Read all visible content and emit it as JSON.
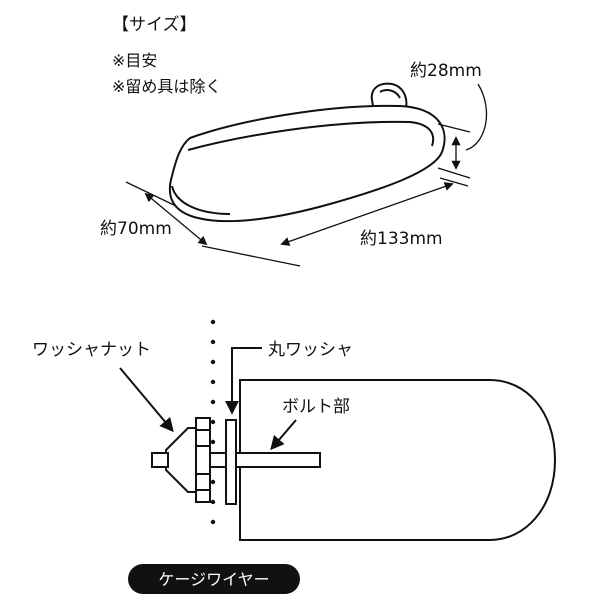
{
  "size_section": {
    "heading": "【サイズ】",
    "notes": [
      "※目安",
      "※留め具は除く"
    ],
    "dimensions": {
      "height": "約28mm",
      "width": "約70mm",
      "length": "約133mm"
    }
  },
  "assembly_section": {
    "washer_nut_label": "ワッシャナット",
    "round_washer_label": "丸ワッシャ",
    "bolt_label": "ボルト部",
    "cage_wire_tag": "ケージワイヤー"
  },
  "colors": {
    "line": "#111111",
    "tag_background": "#111111",
    "tag_text": "#ffffff",
    "background": "#ffffff"
  }
}
